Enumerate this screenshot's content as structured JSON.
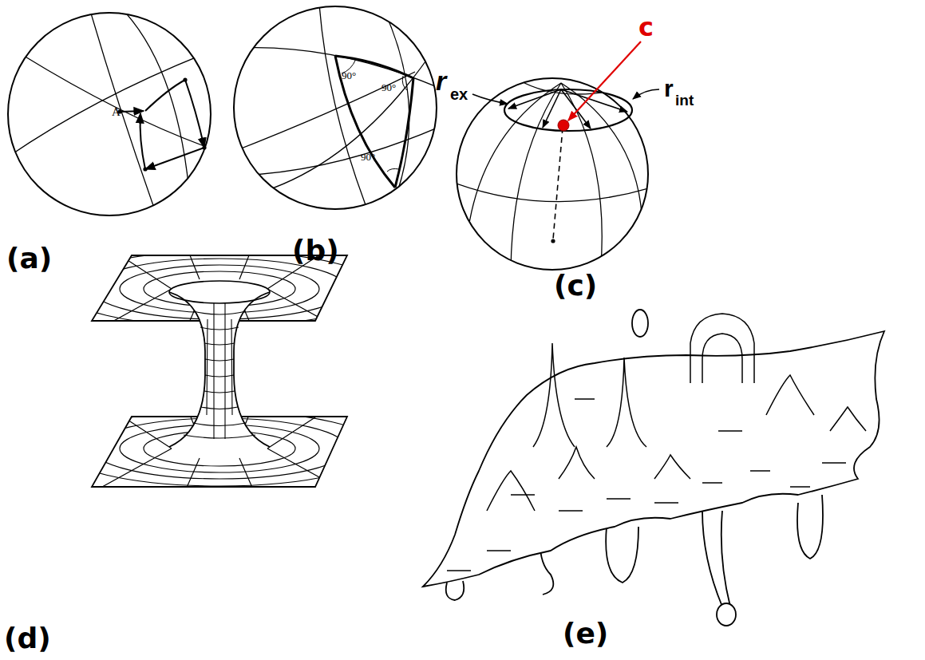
{
  "diagram": {
    "labels": [
      "A",
      "90°",
      "90°",
      "90°",
      "c",
      "r",
      "ex",
      "r",
      "int",
      "(a)",
      "(b)",
      "(c)",
      "(d)",
      "(e)"
    ]
  }
}
